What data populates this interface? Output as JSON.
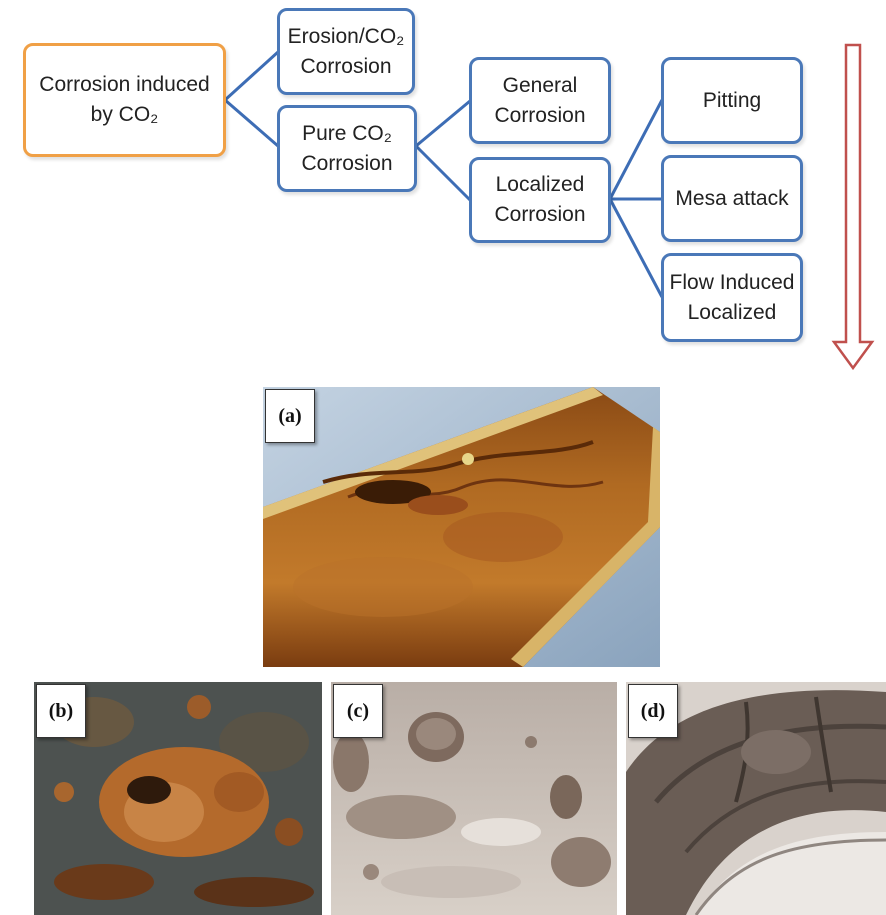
{
  "diagram": {
    "root": "Corrosion induced\nby CO₂",
    "erosion": "Erosion/CO₂\nCorrosion",
    "pure": "Pure CO₂\nCorrosion",
    "general": "General\nCorrosion",
    "localized": "Localized\nCorrosion",
    "pitting": "Pitting",
    "mesa": "Mesa attack",
    "flow": "Flow Induced\nLocalized"
  },
  "photos": {
    "a": "(a)",
    "b": "(b)",
    "c": "(c)",
    "d": "(d)"
  },
  "colors": {
    "root_border": "#f0a046",
    "node_border": "#4a78b8",
    "connector": "#3d6db5",
    "arrow": "#c0504d"
  }
}
